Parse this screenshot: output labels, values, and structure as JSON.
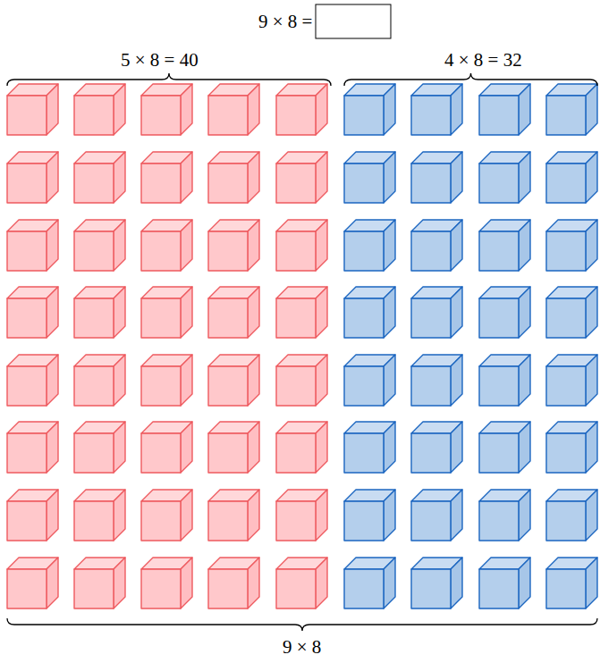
{
  "diagram": {
    "title": "9 × 8 =",
    "labels": [
      "5 × 8 = 40",
      "4 × 8 = 32",
      "9 × 8"
    ]
  }
}
